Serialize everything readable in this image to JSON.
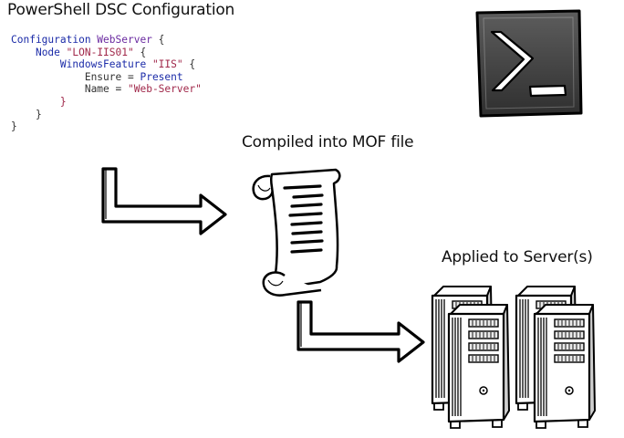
{
  "title": "PowerShell DSC Configuration",
  "code": {
    "lines": [
      {
        "indent": "",
        "parts": [
          {
            "t": "Configuration ",
            "c": "kw"
          },
          {
            "t": "WebServer",
            "c": "id"
          },
          {
            "t": " {",
            "c": "sym"
          }
        ]
      },
      {
        "indent": "    ",
        "parts": [
          {
            "t": "Node ",
            "c": "kw"
          },
          {
            "t": "\"LON-IIS01\"",
            "c": "str"
          },
          {
            "t": " {",
            "c": "sym"
          }
        ]
      },
      {
        "indent": "        ",
        "parts": [
          {
            "t": "WindowsFeature ",
            "c": "kw"
          },
          {
            "t": "\"IIS\"",
            "c": "str"
          },
          {
            "t": " {",
            "c": "sym"
          }
        ]
      },
      {
        "indent": "            ",
        "parts": [
          {
            "t": "Ensure ",
            "c": "sym"
          },
          {
            "t": "= ",
            "c": "sym"
          },
          {
            "t": "Present",
            "c": "kw"
          }
        ]
      },
      {
        "indent": "            ",
        "parts": [
          {
            "t": "Name ",
            "c": "sym"
          },
          {
            "t": "= ",
            "c": "sym"
          },
          {
            "t": "\"Web-Server\"",
            "c": "str"
          }
        ]
      },
      {
        "indent": "        ",
        "parts": [
          {
            "t": "}",
            "c": "str"
          }
        ]
      },
      {
        "indent": "    ",
        "parts": [
          {
            "t": "}",
            "c": "sym"
          }
        ]
      },
      {
        "indent": "",
        "parts": [
          {
            "t": "}",
            "c": "sym"
          }
        ]
      }
    ]
  },
  "steps": {
    "compile_label": "Compiled into MOF file",
    "apply_label": "Applied to Server(s)"
  },
  "icons": {
    "powershell": "powershell-icon",
    "mof_file": "scroll-icon",
    "servers": "server-tower-icon",
    "arrow": "bent-arrow-icon"
  },
  "colors": {
    "keyword": "#1b2ba8",
    "string": "#a0284a",
    "identifier": "#6a2aa0",
    "ink": "#111111"
  }
}
